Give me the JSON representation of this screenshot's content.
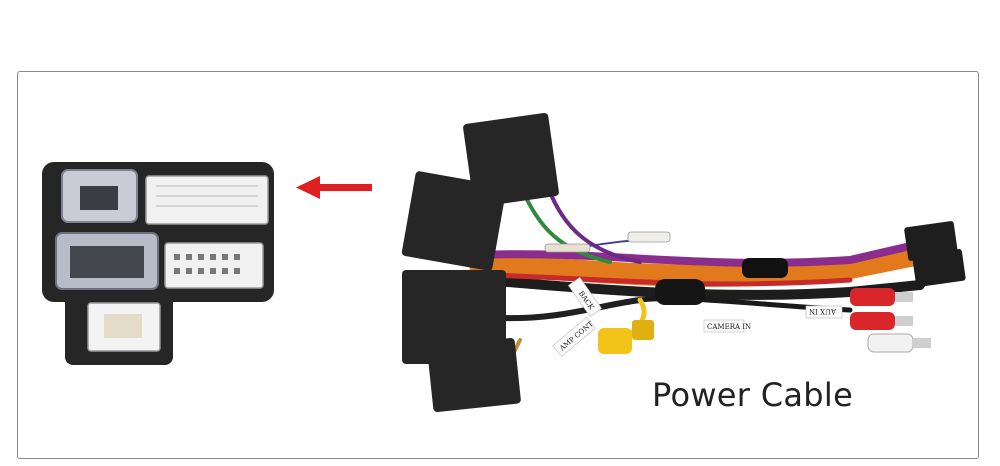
{
  "caption": "Power Cable",
  "cable_tags": {
    "back": "BACK",
    "amp_control": "AMP CONT",
    "camera_in": "CAMERA IN",
    "aux_in": "AUX IN"
  },
  "colors": {
    "arrow": "#e02020",
    "foam": "#2a2a2a",
    "connector_white": "#eeeeee",
    "rca_yellow": "#f2c318",
    "rca_red": "#d8262a"
  }
}
